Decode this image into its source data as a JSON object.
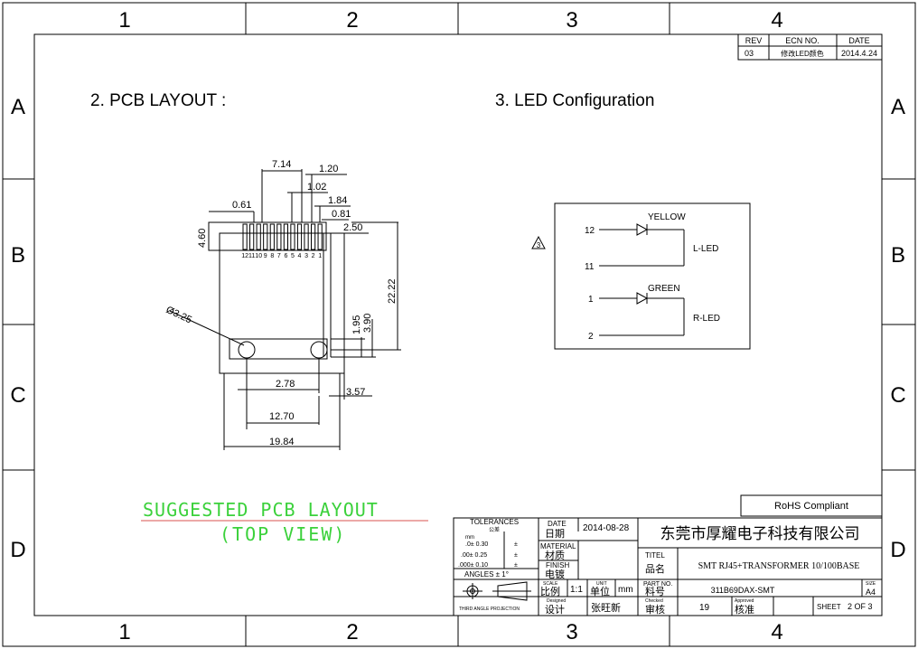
{
  "frame": {
    "columns": [
      "1",
      "2",
      "3",
      "4"
    ],
    "rows": [
      "A",
      "B",
      "C",
      "D"
    ]
  },
  "revision": {
    "headers": {
      "rev": "REV",
      "ecn": "ECN NO.",
      "date": "DATE"
    },
    "rev": "03",
    "ecn": "修改LED颜色",
    "date": "2014.4.24"
  },
  "pcb": {
    "heading": "2. PCB LAYOUT :",
    "pin_labels": [
      "12",
      "11",
      "10",
      "9",
      "8",
      "7",
      "6",
      "5",
      "4",
      "3",
      "2",
      "1"
    ],
    "dims": {
      "d714": "7.14",
      "d120": "1.20",
      "d102": "1.02",
      "d184": "1.84",
      "d081": "0.81",
      "d061": "0.61",
      "d460": "4.60",
      "d250": "2.50",
      "d2222": "22.22",
      "d195": "1.95",
      "d390": "3.90",
      "d325": "Ø3.25",
      "d278": "2.78",
      "d357": "3.57",
      "d1270": "12.70",
      "d1984": "19.84"
    },
    "caption_line1": "SUGGESTED PCB LAYOUT",
    "caption_line2": "(TOP VIEW)"
  },
  "led": {
    "heading": "3. LED Configuration",
    "rev_marker": "3",
    "yellow": {
      "color_label": "YELLOW",
      "pin_a": "12",
      "pin_b": "11",
      "name": "L-LED"
    },
    "green": {
      "color_label": "GREEN",
      "pin_a": "1",
      "pin_b": "2",
      "name": "R-LED"
    }
  },
  "title_block": {
    "rohs": "RoHS Compliant",
    "tolerances": {
      "title": "TOLERANCES",
      "subtitle": "公差",
      "mm_label": "mm",
      "rows": [
        {
          "label": ".0± 0.30",
          "sign": "±"
        },
        {
          "label": ".00± 0.25",
          "sign": "±"
        },
        {
          "label": ".000± 0.10",
          "sign": "±"
        }
      ],
      "angles": "ANGLES  ±  1°"
    },
    "date_label_en": "DATE",
    "date_label_cn": "日期",
    "date": "2014-08-28",
    "company": "东莞市厚耀电子科技有限公司",
    "material_en": "MATERIAL",
    "material_cn": "材质",
    "finish_en": "FINISH",
    "finish_cn": "电镀",
    "title_en": "TITEL",
    "title_cn": "品名",
    "title_value": "SMT RJ45+TRANSFORMER 10/100BASE",
    "scale_en": "SCALE",
    "scale_cn": "比例",
    "scale_value": "1:1",
    "unit_en": "UNIT",
    "unit_cn": "单位",
    "unit_value": "mm",
    "part_en": "PART NO.",
    "part_cn": "料号",
    "part_value": "311B69DAX-SMT",
    "size_label": "SIZE",
    "size_value": "A4",
    "designed_en": "Designed",
    "designed_cn": "设计",
    "designer": "张旺新",
    "checked_en": "Checked",
    "checked_cn": "审核",
    "checked_value": "19",
    "approved_en": "Approved",
    "approved_cn": "核准",
    "sheet_label": "SHEET",
    "sheet_value": "2 OF 3",
    "projection": "THIRD ANGLE PROJECTION"
  }
}
